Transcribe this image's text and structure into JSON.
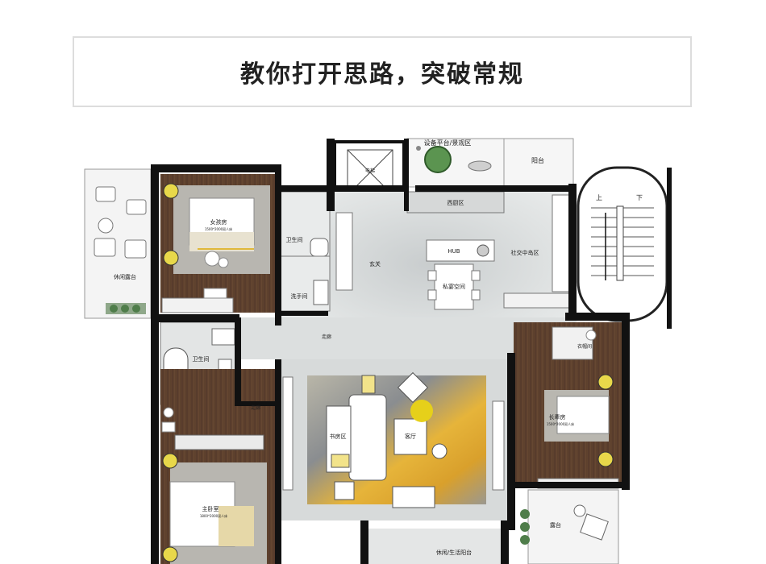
{
  "header": {
    "title": "教你打开思路，突破常规"
  },
  "plan": {
    "labels": {
      "equipment_platform": "设备平台/景观区",
      "balcony": "阳台",
      "elevator": "电梯",
      "west_kitchen": "西厨区",
      "stair_up": "上",
      "stair_down": "下",
      "girl_room": "女孩房",
      "girl_bed": "1500*2000双人床",
      "bath1": "卫生间",
      "hub": "HUB",
      "social_kitchen": "社交中岛区",
      "foyer": "玄关",
      "private_dining": "私宴空间",
      "wash_room": "洗手间",
      "leisure_terrace": "休闲露台",
      "corridor": "走廊",
      "bath2": "卫生间",
      "elder_room": "长辈房",
      "elder_bed": "1500*2000双人床",
      "study": "书房区",
      "living": "客厅",
      "master_bed": "主卧室",
      "master_bed_size": "1800*2000双人床",
      "terrace": "露台",
      "leisure_balcony": "休闲/生活阳台",
      "cloakroom": "衣帽间",
      "corridor2": "走廊"
    }
  },
  "colors": {
    "wall": "#111111",
    "wood": "#5e4330",
    "marble": "#d9dcdc",
    "rug_yellow": "#e6b43a",
    "rug_gray": "#8a8d90"
  }
}
